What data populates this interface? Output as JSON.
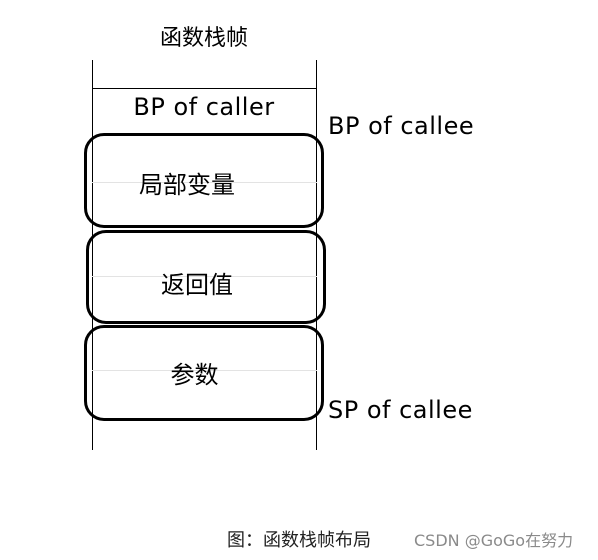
{
  "diagram": {
    "title": "函数栈帧",
    "bp_of_caller": "BP of caller",
    "blocks": [
      {
        "label": "局部变量"
      },
      {
        "label": "返回值"
      },
      {
        "label": "参数"
      }
    ],
    "bp_of_callee": "BP of callee",
    "sp_of_callee": "SP of callee",
    "caption": "图：函数栈帧布局"
  },
  "watermark": "CSDN @GoGo在努力"
}
